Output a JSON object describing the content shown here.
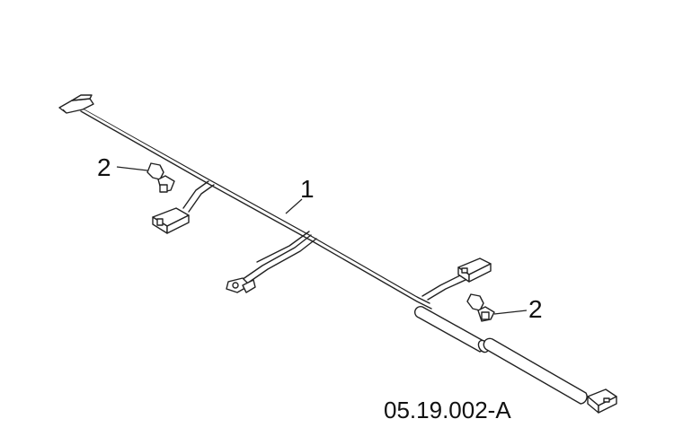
{
  "callouts": {
    "harness": "1",
    "clip_left": "2",
    "clip_right": "2"
  },
  "figure_id": "05.19.002-A"
}
